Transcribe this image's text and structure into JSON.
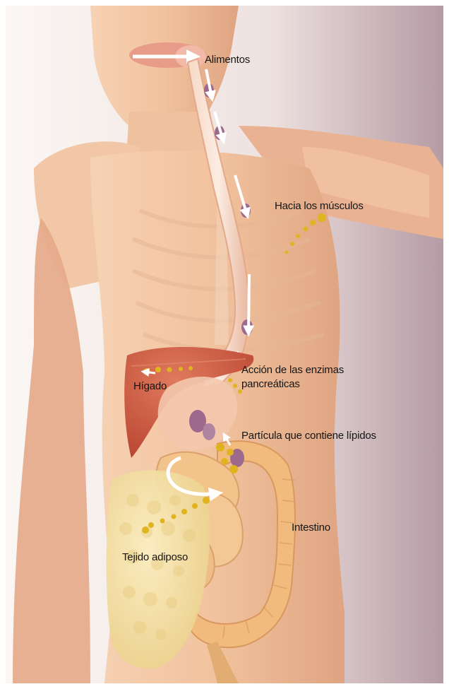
{
  "labels": {
    "food": "Alimentos",
    "muscles": "Hacia los músculos",
    "enzymes_line1": "Acción de las enzimas",
    "enzymes_line2": "pancreáticas",
    "liver": "Hígado",
    "lipid_particle": "Partícula que contiene lípidos",
    "intestine": "Intestino",
    "adipose": "Tejido adiposo"
  },
  "colors": {
    "skin": "#f2c7a3",
    "skin_shadow": "#dea27f",
    "background_left": "#fbf6f3",
    "background_right": "#b9a0a8",
    "liver": "#c8553f",
    "fat_tissue": "#f3dc9c",
    "intestine": "#f0bb7c",
    "particles": "#e0b41e",
    "food_bolus": "#9d6a8e",
    "arrows": "#ffffff"
  }
}
